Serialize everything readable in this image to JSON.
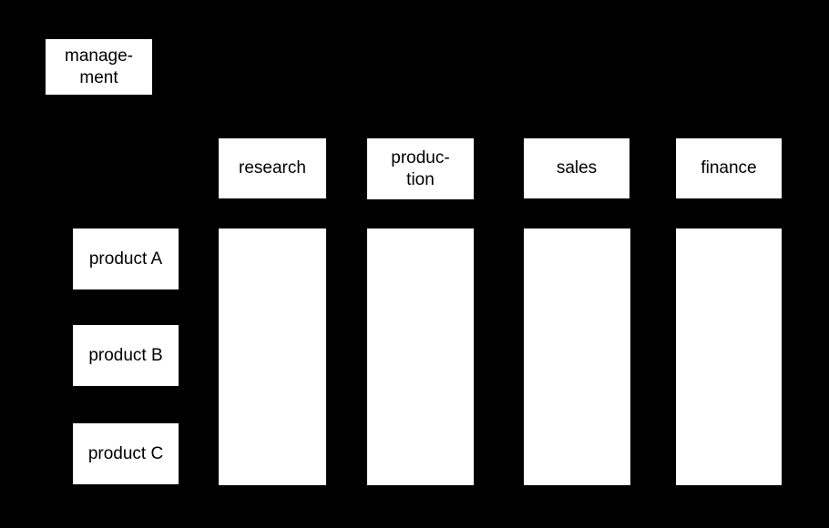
{
  "diagram": {
    "type": "matrix-organization-diagram",
    "colors": {
      "background": "#000000",
      "box_fill": "#ffffff",
      "box_text": "#000000"
    },
    "management": {
      "label": "manage-\nment"
    },
    "departments": [
      "research",
      "produc-\ntion",
      "sales",
      "finance"
    ],
    "products": [
      "product A",
      "product B",
      "product C"
    ]
  }
}
